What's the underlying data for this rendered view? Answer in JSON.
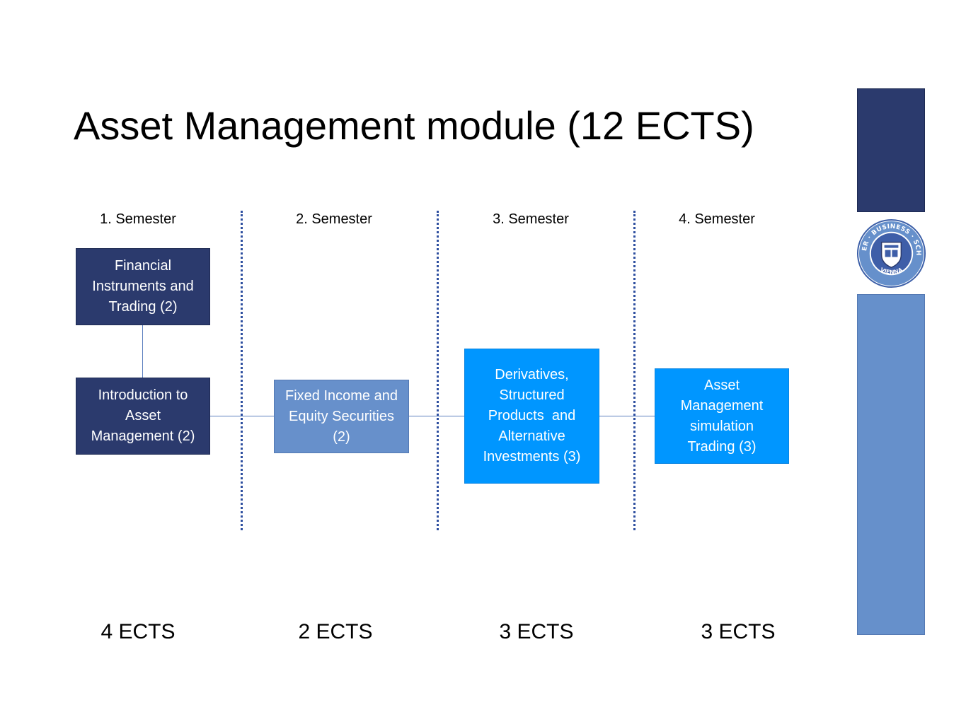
{
  "title": "Asset Management module (12 ECTS)",
  "semesters": [
    "1. Semester",
    "2. Semester",
    "3. Semester",
    "4. Semester"
  ],
  "courses": {
    "financial_instruments": [
      "Financial",
      "Instruments and",
      "Trading (2)"
    ],
    "intro_asset_management": [
      "Introduction to",
      "Asset",
      "Management (2)"
    ],
    "fixed_income": [
      "Fixed Income and",
      "Equity Securities",
      "(2)"
    ],
    "derivatives": [
      "Derivatives,",
      "Structured",
      "Products  and",
      "Alternative",
      "Investments (3)"
    ],
    "asset_management_simulation": [
      "Asset",
      "Management",
      "simulation",
      "Trading (3)"
    ]
  },
  "ects": [
    "4 ECTS",
    "2 ECTS",
    "3 ECTS",
    "3 ECTS"
  ],
  "logo": {
    "text_top": "LAUDER · BUSINESS · SCHOOL",
    "text_bottom": "VIENNA"
  },
  "colors": {
    "dark_navy": "#2b3a6d",
    "mid_blue": "#6790cb",
    "bright_blue": "#0096ff",
    "divider_blue": "#2e4fa0"
  }
}
